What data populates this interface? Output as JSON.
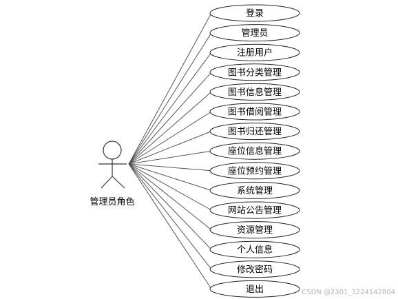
{
  "diagram": {
    "actor": {
      "label": "管理员角色"
    },
    "use_cases": [
      {
        "label": "登录"
      },
      {
        "label": "管理员"
      },
      {
        "label": "注册用户"
      },
      {
        "label": "图书分类管理"
      },
      {
        "label": "图书信息管理"
      },
      {
        "label": "图书借阅管理"
      },
      {
        "label": "图书归还管理"
      },
      {
        "label": "座位信息管理"
      },
      {
        "label": "座位预约管理"
      },
      {
        "label": "系统管理"
      },
      {
        "label": "网站公告管理"
      },
      {
        "label": "资源管理"
      },
      {
        "label": "个人信息"
      },
      {
        "label": "修改密码"
      },
      {
        "label": "退出"
      }
    ]
  },
  "watermark": "CSDN @2301_3224142804",
  "colors": {
    "line": "#555555",
    "ellipse_fill": "#ffffff",
    "ellipse_stroke": "#222222",
    "watermark": "#b4b4b4"
  }
}
